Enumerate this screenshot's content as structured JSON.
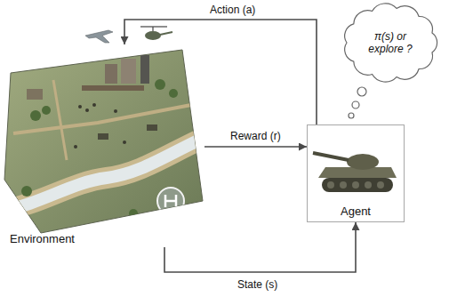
{
  "diagram": {
    "nodes": [
      {
        "text": [
          "Environment"
        ]
      },
      {
        "text": [
          "π(s) or explore ?"
        ]
      },
      {
        "text": [
          "Agent"
        ]
      }
    ],
    "edges": [
      {
        "from": 2,
        "to": 0,
        "arrow": "to",
        "label": "Action (a)"
      },
      {
        "from": 0,
        "to": 2,
        "arrow": "to",
        "label": "Reward (r)"
      },
      {
        "from": 0,
        "to": 2,
        "arrow": "to",
        "label": "State (s)"
      }
    ]
  }
}
